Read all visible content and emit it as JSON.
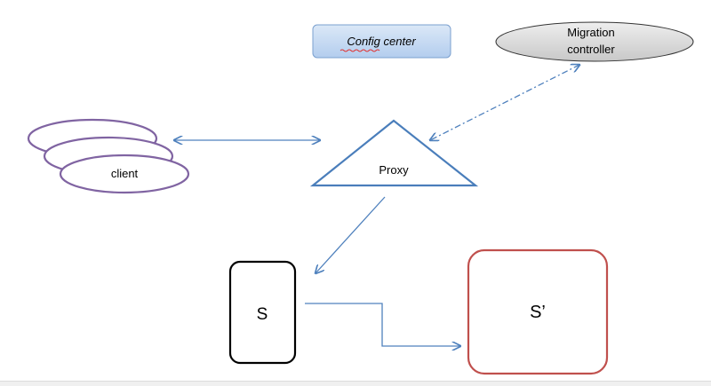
{
  "diagram": {
    "config_center": {
      "label": "Config center"
    },
    "migration_controller": {
      "label_line1": "Migration",
      "label_line2": "controller"
    },
    "client": {
      "label": "client"
    },
    "proxy": {
      "label": "Proxy"
    },
    "source_server": {
      "label": "S"
    },
    "target_server": {
      "label": "S’"
    }
  },
  "colors": {
    "arrow": "#4f81bd",
    "client_outline": "#8064a2",
    "proxy_outline": "#4a7ebb",
    "target_outline": "#c0504d",
    "source_outline": "#000000",
    "config_fill": "#c6d9f1",
    "controller_fill": "#d9d9d9"
  }
}
